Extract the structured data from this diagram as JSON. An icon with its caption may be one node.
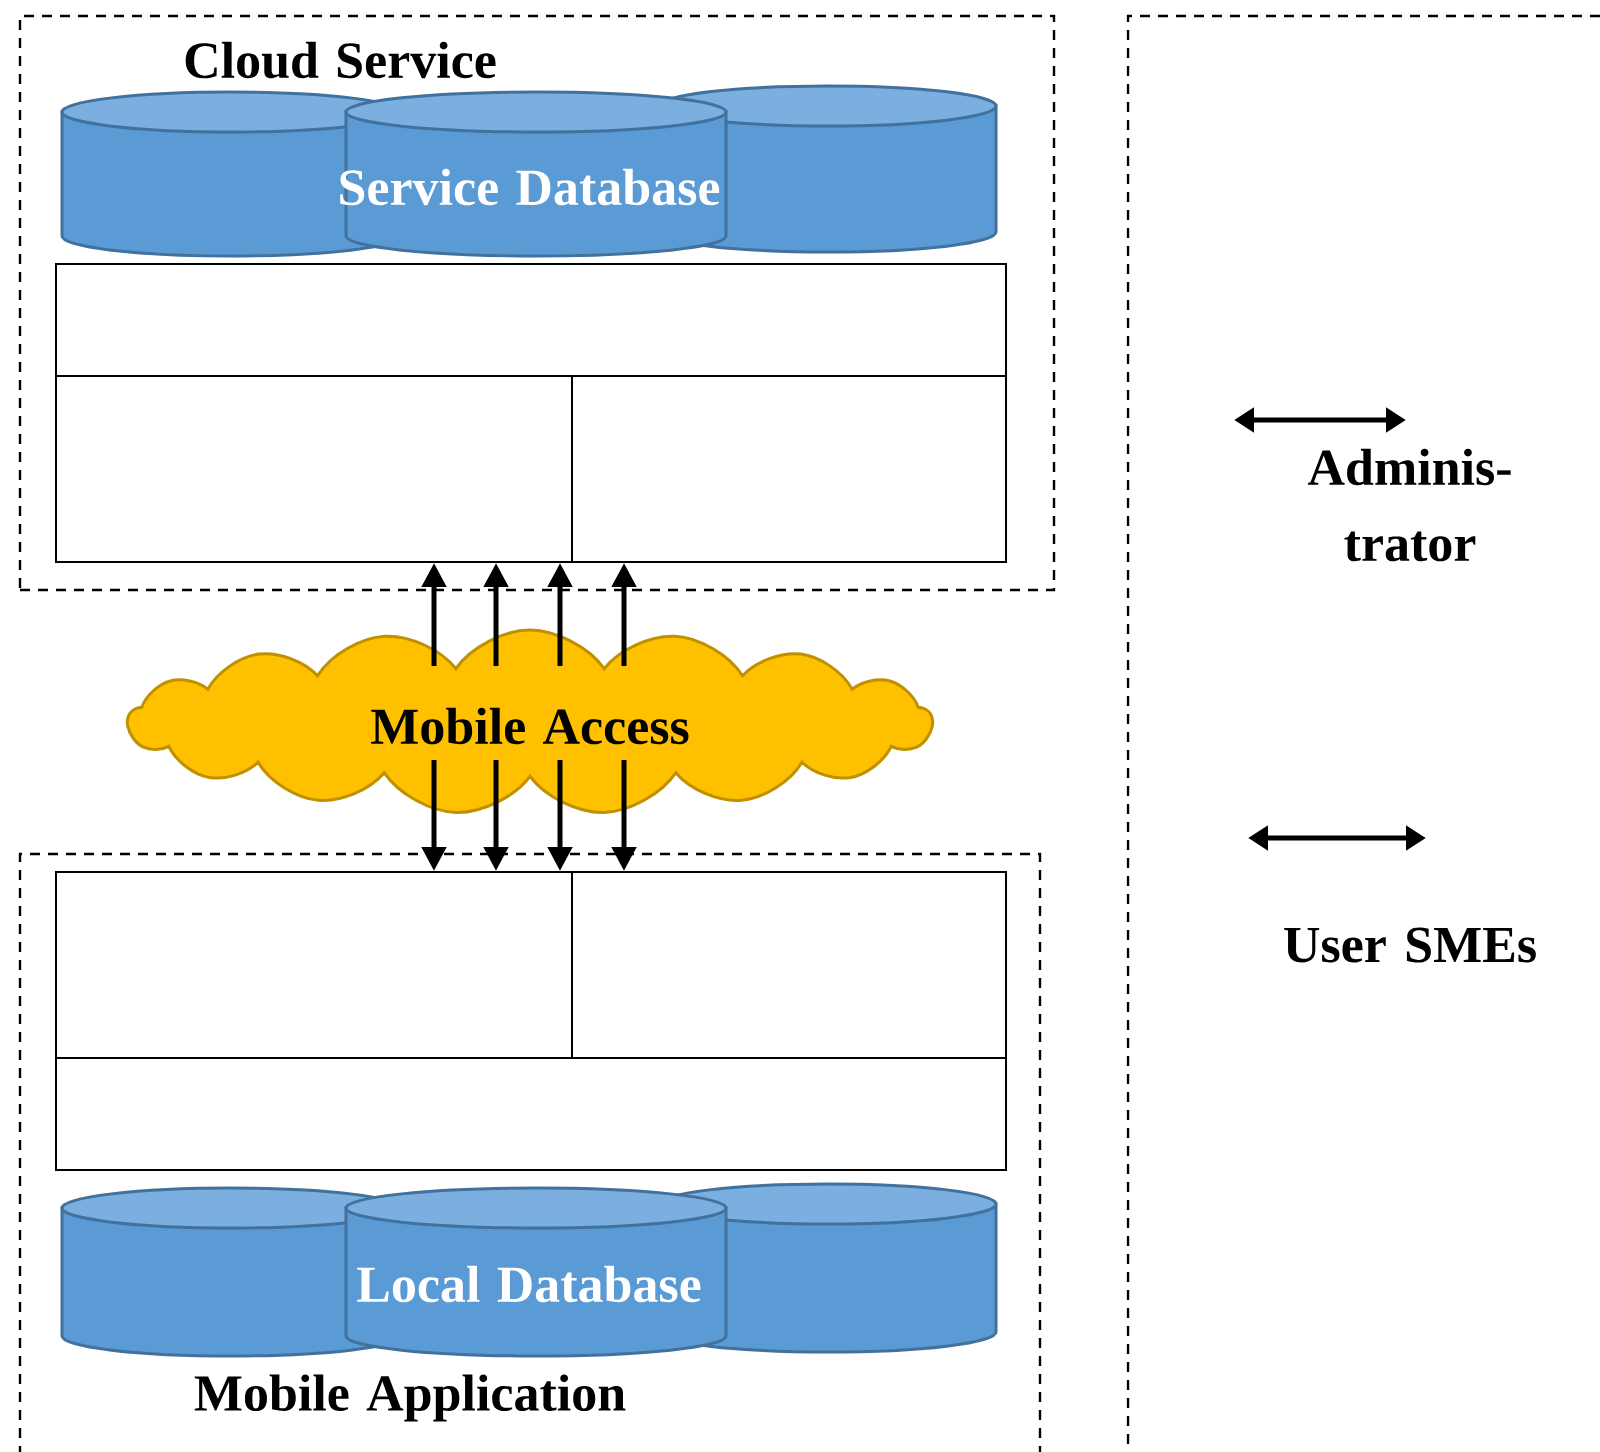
{
  "diagram": {
    "nodes": [
      {
        "text": [
          "Cloud Service"
        ]
      },
      {
        "text": [
          "Service Database"
        ],
        "in": 0
      },
      {
        "text": [],
        "shape": "box",
        "in": 0
      },
      {
        "text": [],
        "shape": "box",
        "in": 0
      },
      {
        "text": [],
        "shape": "box",
        "in": 0
      },
      {
        "text": [
          "Mobile Access"
        ]
      },
      {
        "text": [
          "Mobile Application"
        ]
      },
      {
        "text": [],
        "shape": "box",
        "in": 6
      },
      {
        "text": [],
        "shape": "box",
        "in": 6
      },
      {
        "text": [],
        "shape": "box",
        "in": 6
      },
      {
        "text": [
          "Local Database"
        ],
        "in": 6
      },
      {
        "text": [],
        "shape": "box"
      },
      {
        "text": [
          "Adminis- trator"
        ],
        "in": 11
      },
      {
        "text": [
          "User SMEs"
        ],
        "in": 11
      }
    ],
    "edges": [
      {
        "from": 5,
        "to": 3,
        "arrow": "to"
      },
      {
        "from": 5,
        "to": 3,
        "arrow": "to"
      },
      {
        "from": 5,
        "to": 3,
        "arrow": "to"
      },
      {
        "from": 5,
        "to": 4,
        "arrow": "to"
      },
      {
        "from": 5,
        "to": 7,
        "arrow": "to"
      },
      {
        "from": 5,
        "to": 7,
        "arrow": "to"
      },
      {
        "from": 5,
        "to": 7,
        "arrow": "to"
      },
      {
        "from": 5,
        "to": 8,
        "arrow": "to"
      }
    ]
  }
}
